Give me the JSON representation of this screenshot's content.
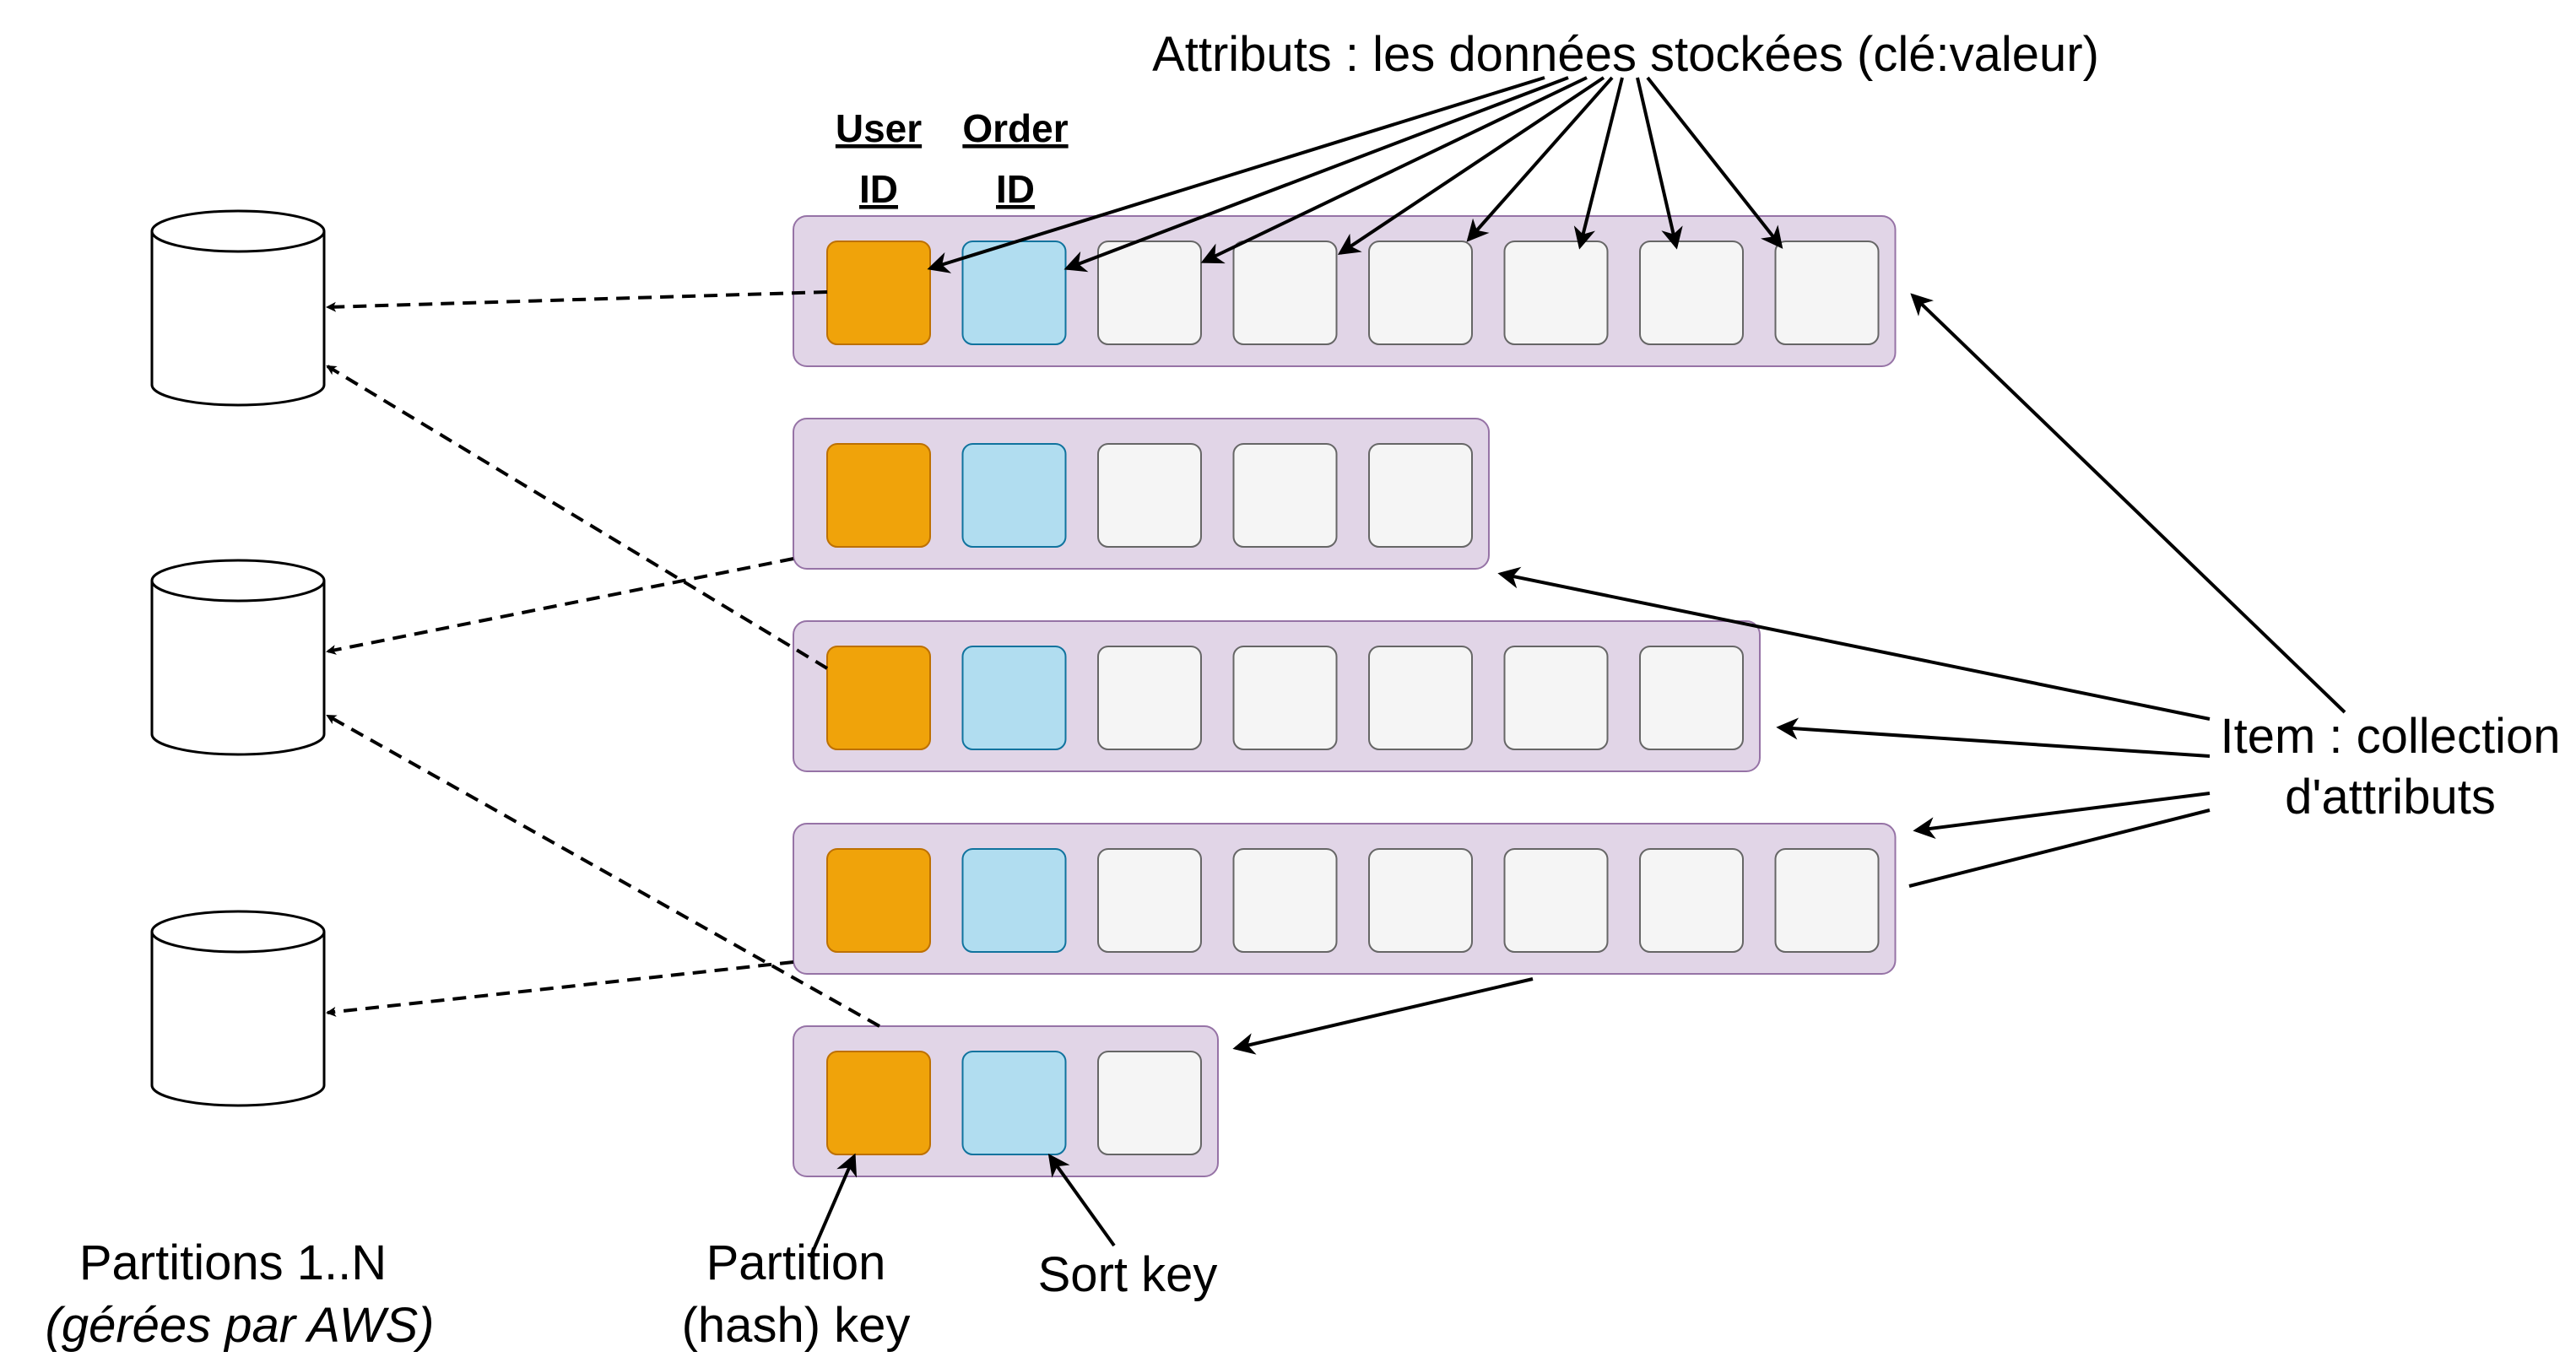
{
  "title": "Attributs : les données stockées (clé:valeur)",
  "key_headers": {
    "user_id": [
      "User",
      "ID"
    ],
    "order_id": [
      "Order",
      "ID"
    ]
  },
  "item_label": [
    "Item : collection",
    "d'attributs"
  ],
  "partitions_label": [
    "Partitions 1..N",
    "(gérées par AWS)"
  ],
  "partition_key_label": [
    "Partition",
    "(hash) key"
  ],
  "sort_key_label": "Sort key",
  "items": [
    {
      "attribute_count": 8
    },
    {
      "attribute_count": 5
    },
    {
      "attribute_count": 7
    },
    {
      "attribute_count": 8
    },
    {
      "attribute_count": 3
    }
  ],
  "partitions_count": 3,
  "colors": {
    "item_fill": "#e1d5e7",
    "item_stroke": "#9673a6",
    "partition_key_fill": "#f0a30a",
    "partition_key_stroke": "#bd7000",
    "sort_key_fill": "#b1ddf0",
    "sort_key_stroke": "#10739e",
    "attribute_fill": "#f5f5f5",
    "attribute_stroke": "#666666",
    "line": "#000000"
  }
}
